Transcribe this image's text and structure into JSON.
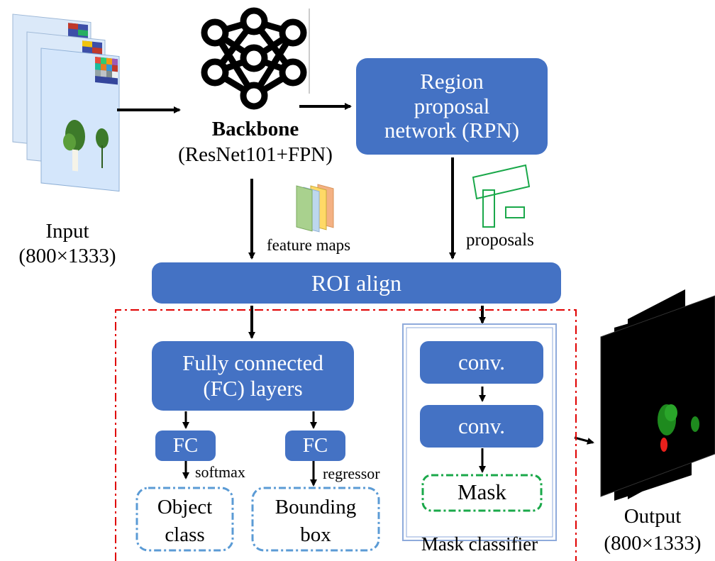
{
  "input": {
    "label": "Input",
    "size": "(800×1333)"
  },
  "backbone": {
    "title": "Backbone",
    "subtitle": "(ResNet101+FPN)"
  },
  "rpn": {
    "line1": "Region",
    "line2": "proposal",
    "line3": "network (RPN)"
  },
  "feature_maps": {
    "label": "feature maps"
  },
  "proposals": {
    "label": "proposals"
  },
  "roi_align": {
    "label": "ROI align"
  },
  "fc_layers": {
    "line1": "Fully connected",
    "line2": "(FC) layers"
  },
  "fc_left": {
    "label": "FC"
  },
  "fc_right": {
    "label": "FC"
  },
  "softmax": {
    "label": "softmax"
  },
  "regressor": {
    "label": "regressor"
  },
  "object_class": {
    "line1": "Object",
    "line2": "class"
  },
  "bounding_box": {
    "line1": "Bounding",
    "line2": "box"
  },
  "mask_classifier": {
    "conv1": "conv.",
    "conv2": "conv.",
    "mask": "Mask",
    "label": "Mask classifier"
  },
  "output": {
    "label": "Output",
    "size": "(800×1333)"
  },
  "colors": {
    "block": "#4472c4",
    "dashed_blue": "#5b9bd5",
    "dashed_red": "#e00000",
    "dashed_green": "#1aa84a",
    "proposal_green": "#1aa84a"
  }
}
